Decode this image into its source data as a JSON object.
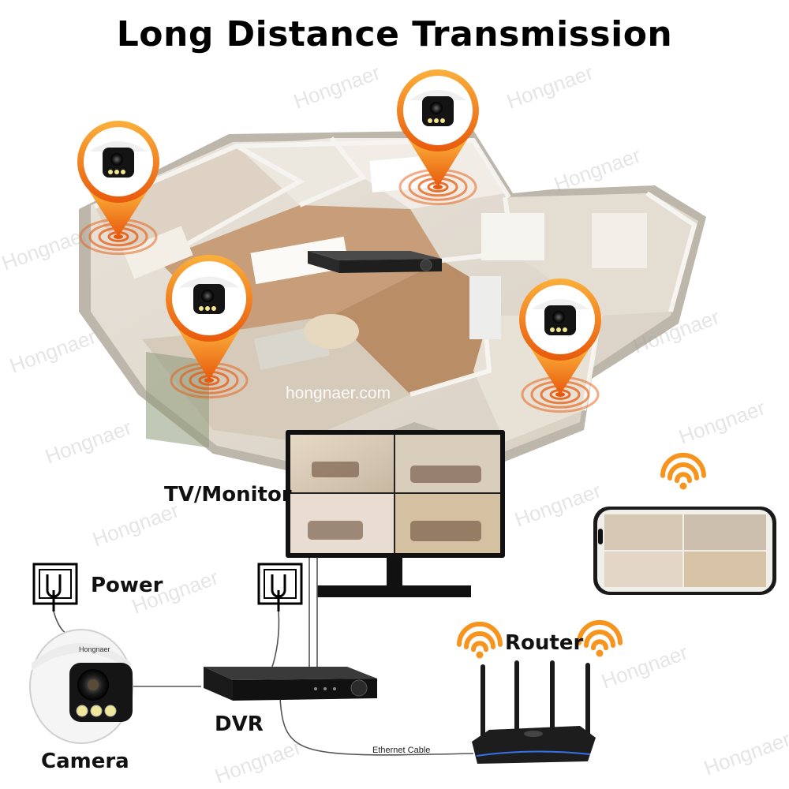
{
  "title": "Long Distance Transmission",
  "website": "hongnaer.com",
  "watermark": "Hongnaer",
  "labels": {
    "monitor": "TV/Monitor",
    "power": "Power",
    "router": "Router",
    "dvr": "DVR",
    "camera": "Camera",
    "ethernet": "Ethernet Cable"
  },
  "camera_brand": "Hongnaer",
  "colors": {
    "accent_orange": "#F7941D",
    "pin_gradient_end": "#E85D0F",
    "router_glow": "#3A7BFF",
    "title": "#000000"
  },
  "icons": [
    "camera-pin-icon",
    "wifi-icon",
    "power-socket-icon",
    "monitor",
    "dvr-box",
    "router",
    "smartphone"
  ]
}
